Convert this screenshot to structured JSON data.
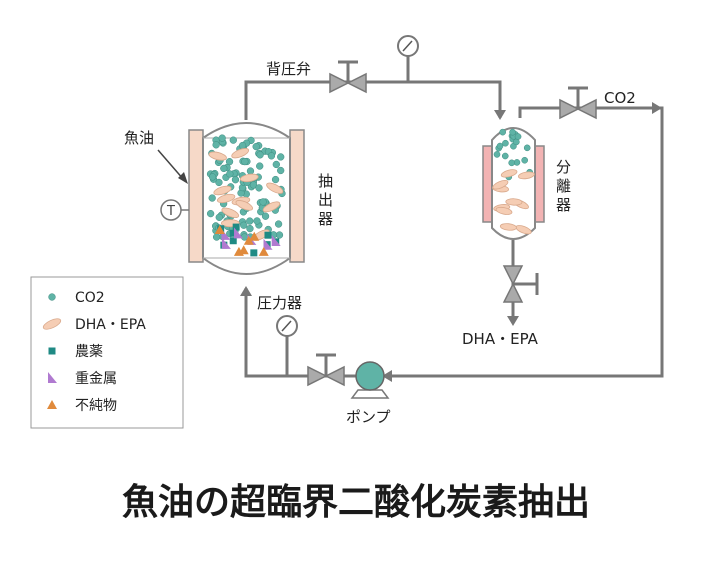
{
  "title": "魚油の超臨界二酸化炭素抽出",
  "labels": {
    "back_pressure_valve": "背圧弁",
    "fish_oil": "魚油",
    "extractor": "抽出器",
    "separator": "分離器",
    "co2_out": "CO2",
    "pressure_vessel": "圧力器",
    "pump": "ポンプ",
    "product": "DHA・EPA",
    "thermometer": "T"
  },
  "legend": [
    {
      "label": "CO2",
      "marker": "circle",
      "color": "#5fb3a6"
    },
    {
      "label": "DHA・EPA",
      "marker": "ellipse",
      "color": "#f5cdb4"
    },
    {
      "label": "農薬",
      "marker": "square",
      "color": "#1f8a84"
    },
    {
      "label": "重金属",
      "marker": "triangle-right",
      "color": "#b07ad0"
    },
    {
      "label": "不純物",
      "marker": "triangle",
      "color": "#e08a3c"
    }
  ],
  "colors": {
    "pipe": "#777777",
    "vessel_outline": "#888888",
    "heater": "#f6d9c8",
    "separator_heater": "#f2b3b3"
  }
}
